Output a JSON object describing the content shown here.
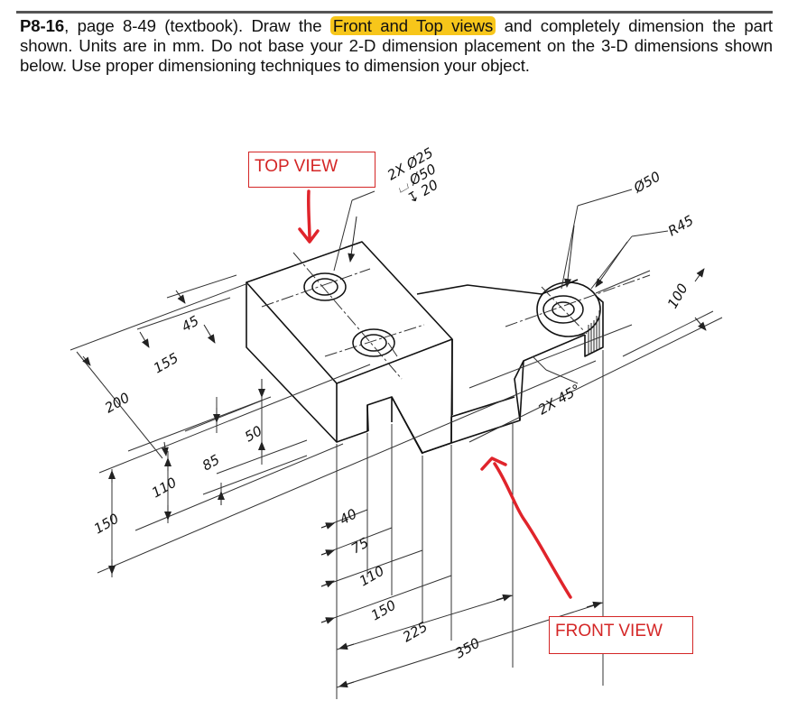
{
  "instructions": {
    "problem_id": "P8-16",
    "text_before_highlight": ", page 8-49 (textbook). Draw the ",
    "highlight": "Front and Top views",
    "text_after_highlight": " and completely dimension the part shown. Units are in mm. Do not base your 2-D dimension placement on the 3-D dimensions shown below. Use proper dimensioning techniques to dimension your object."
  },
  "annotations": {
    "top_view_label": "TOP VIEW",
    "front_view_label": "FRONT VIEW",
    "annotation_color": "#d42626",
    "highlight_color": "#f7c61a"
  },
  "dimensions": {
    "hole_callout": [
      "2X Ø25",
      "⌴ Ø50",
      "↧ 20"
    ],
    "boss_diameter": "Ø50",
    "boss_radius": "R45",
    "boss_height": "100",
    "chamfer": "2X 45°",
    "d45": "45",
    "d155": "155",
    "d200": "200",
    "d50": "50",
    "d85": "85",
    "d110": "110",
    "d150_left": "150",
    "d40": "40",
    "d75": "75",
    "d110_bottom": "110",
    "d150_bottom": "150",
    "d225": "225",
    "d350": "350"
  }
}
